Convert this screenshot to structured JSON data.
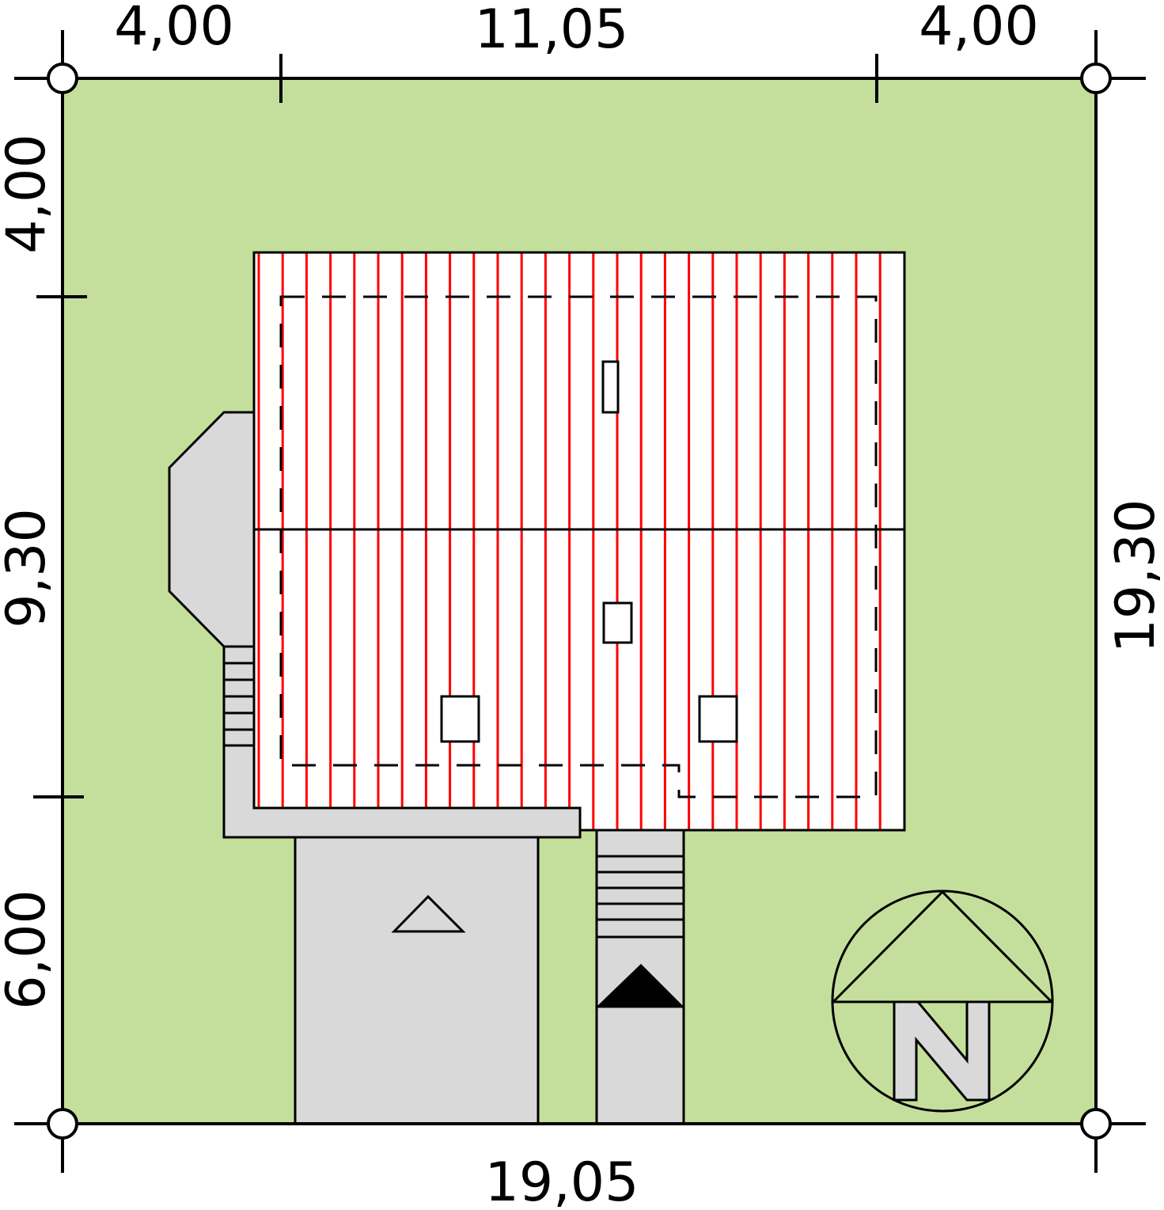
{
  "dimensions": {
    "top_left": "4,00",
    "top_middle": "11,05",
    "top_right": "4,00",
    "left_top": "4,00",
    "left_middle": "9,30",
    "left_bottom": "6,00",
    "right": "19,30",
    "bottom": "19,05"
  },
  "compass": {
    "letter": "N"
  },
  "colors": {
    "plot": "#c4df9b",
    "paving": "#d9d9d9",
    "roof_lines": "#ff0000",
    "roof": "#ffffff"
  }
}
